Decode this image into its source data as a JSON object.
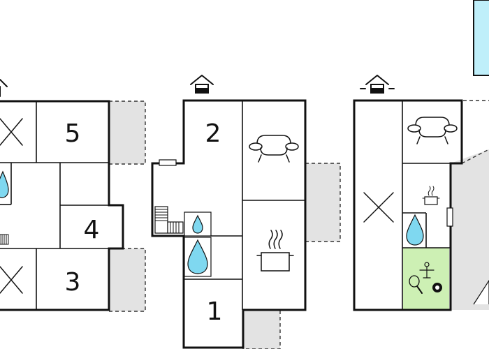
{
  "rooms": {
    "left_top": "5",
    "left_mid": "4",
    "left_bottom": "3",
    "mid_top": "2",
    "mid_bottom": "1"
  },
  "colors": {
    "wall": "#111111",
    "terrace": "#e3e3e3",
    "water": "#7fd8f0",
    "game_room": "#cdf0b4",
    "pool": "#bfeffa"
  },
  "icons": {
    "entrance": "house-entrance-icon",
    "bed": "bed-cross-icon",
    "sofa": "sofa-icon",
    "kitchen": "cooking-pot-icon",
    "bathroom": "water-drop-icon",
    "stairs": "stairs-icon",
    "games": "table-tennis-billiards-icon"
  }
}
